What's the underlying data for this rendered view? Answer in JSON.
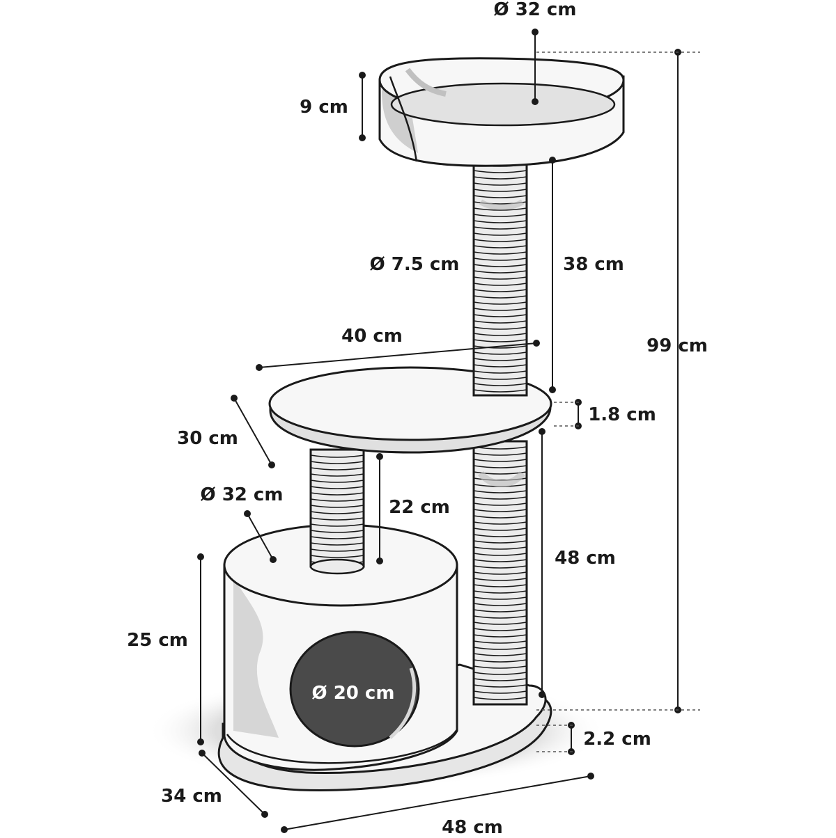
{
  "colors": {
    "outline": "#1a1a1a",
    "plush": "#f4f4f4",
    "plush_shade": "#cfcfcf",
    "sisal": "#e9e9e9",
    "entrance": "#4a4a4a",
    "ground_shadow": "#d6d6d6",
    "dimension_line": "#1a1a1a"
  },
  "dimensions": {
    "top_bed_diameter": "Ø 32 cm",
    "top_bed_height": "9 cm",
    "upper_post_diameter": "Ø 7.5 cm",
    "upper_post_length": "38 cm",
    "platform_width": "40 cm",
    "platform_depth": "30 cm",
    "platform_thickness": "1.8 cm",
    "short_post_length": "22 cm",
    "cave_top_diameter": "Ø 32 cm",
    "long_post_length": "48 cm",
    "total_height": "99 cm",
    "cave_height": "25 cm",
    "entrance_diameter": "Ø 20 cm",
    "base_thickness": "2.2 cm",
    "base_depth": "34 cm",
    "base_width": "48 cm"
  }
}
